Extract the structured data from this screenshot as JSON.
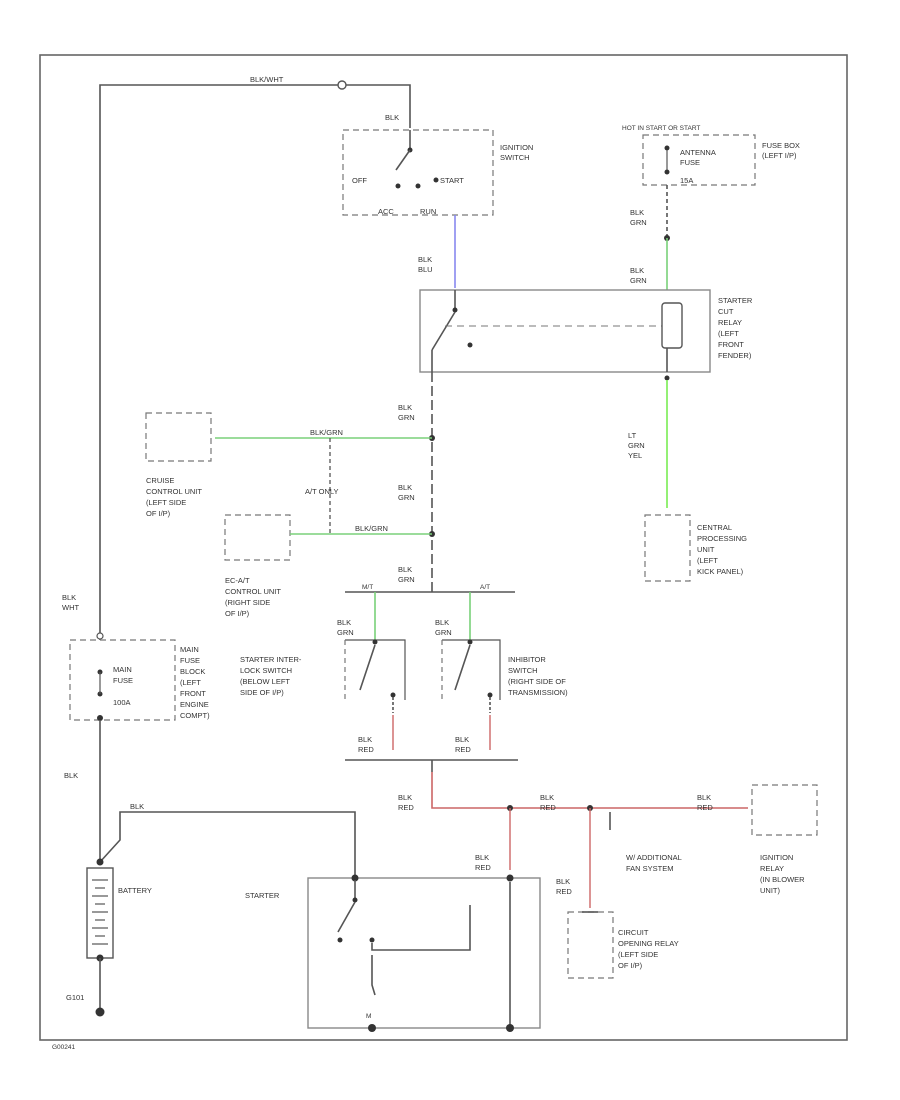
{
  "diagram": {
    "colors": {
      "wire": "#555555",
      "blue_wire": "#8888ee",
      "green_wire": "#7ad07a",
      "light_green_wire": "#88ee66",
      "red_wire": "#cc6666"
    },
    "labels": {
      "top_wire": "BLK/WHT",
      "ign_switch_blk": "BLK",
      "ign_switch": [
        "IGNITION",
        "SWITCH"
      ],
      "ign_off": "OFF",
      "ign_start": "START",
      "ign_acc": "ACC",
      "ign_run": "RUN",
      "fuse_top": "HOT IN START OR START",
      "fuse_box": [
        "FUSE BOX",
        "(LEFT I/P)"
      ],
      "fuse_name": [
        "ANTENNA",
        "FUSE"
      ],
      "fuse_amp": "15A",
      "blk_grn_1": [
        "BLK",
        "GRN"
      ],
      "blk_grn_2": [
        "BLK",
        "GRN"
      ],
      "blk_blu": [
        "BLK",
        "BLU"
      ],
      "starter_cut_relay": [
        "STARTER",
        "CUT",
        "RELAY",
        "(LEFT",
        "FRONT",
        "FENDER)"
      ],
      "blk_grn_3": [
        "BLK",
        "GRN"
      ],
      "blk_grn_4": [
        "BLK",
        "GRN"
      ],
      "blk_grn_5": [
        "BLK",
        "GRN"
      ],
      "blk_grn_6": [
        "BLK",
        "GRN"
      ],
      "blk_grn_7": [
        "BLK",
        "GRN"
      ],
      "cruise_wire": "BLK/GRN",
      "at_wire": "BLK/GRN",
      "at_only": "A/T ONLY",
      "cruise_unit": [
        "CRUISE",
        "CONTROL UNIT",
        "(LEFT SIDE",
        "OF I/P)"
      ],
      "ecat_unit": [
        "EC-A/T",
        "CONTROL UNIT",
        "(RIGHT SIDE",
        "OF I/P)"
      ],
      "lt_grn_yel": [
        "LT",
        "GRN",
        "YEL"
      ],
      "cpu": [
        "CENTRAL",
        "PROCESSING",
        "UNIT",
        "(LEFT",
        "KICK PANEL)"
      ],
      "mt": "M/T",
      "at": "A/T",
      "interlock_switch": [
        "STARTER INTER-",
        "LOCK SWITCH",
        "(BELOW LEFT",
        "SIDE OF I/P)"
      ],
      "inhibitor_switch": [
        "INHIBITOR",
        "SWITCH",
        "(RIGHT SIDE OF",
        "TRANSMISSION)"
      ],
      "main_fuse": [
        "MAIN",
        "FUSE",
        "BLOCK",
        "(LEFT",
        "FRONT",
        "ENGINE",
        "COMPT)"
      ],
      "main_fuse_amp": "100A",
      "blk_wht": [
        "BLK",
        "WHT"
      ],
      "blk": "BLK",
      "blk_red_1": [
        "BLK",
        "RED"
      ],
      "blk_red_2": [
        "BLK",
        "RED"
      ],
      "blk_red_3": [
        "BLK",
        "RED"
      ],
      "blk_red_4": [
        "BLK",
        "RED"
      ],
      "blk_red_5": [
        "BLK",
        "RED"
      ],
      "blk_red_6": [
        "BLK",
        "RED"
      ],
      "blk_red_7": [
        "BLK",
        "RED"
      ],
      "battery": "BATTERY",
      "starter": "STARTER",
      "blk_battery": "BLK",
      "ground": "G101",
      "ign_relay": [
        "IGNITION",
        "RELAY",
        "(IN BLOWER",
        "UNIT)"
      ],
      "fan_system": [
        "W/ ADDITIONAL",
        "FAN SYSTEM"
      ],
      "circuit_relay": [
        "CIRCUIT",
        "OPENING RELAY",
        "(LEFT SIDE",
        "OF I/P)"
      ],
      "ground_m": "M",
      "figure_id": "G00241"
    }
  }
}
